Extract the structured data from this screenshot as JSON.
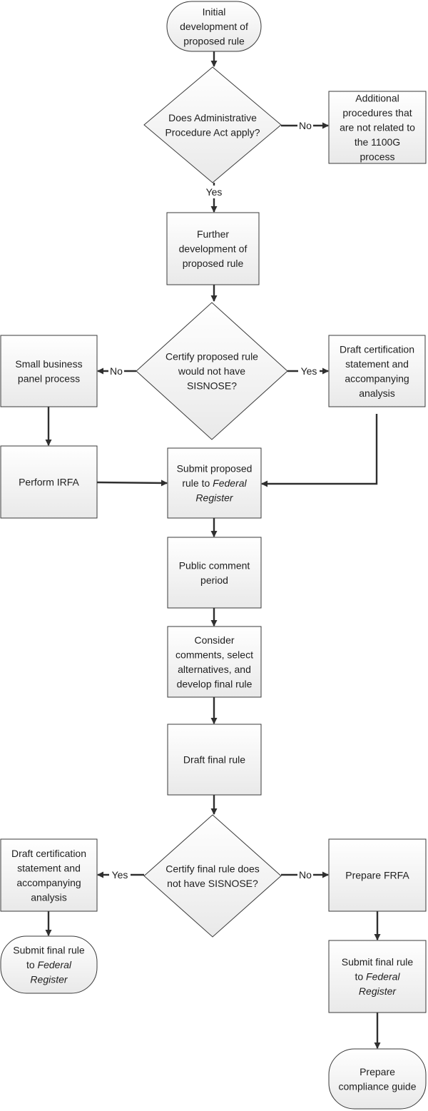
{
  "nodes": {
    "n1": {
      "shape": "terminal",
      "lines": [
        [
          "Initial"
        ],
        [
          "development of"
        ],
        [
          "proposed rule"
        ]
      ]
    },
    "n2": {
      "shape": "decision",
      "lines": [
        [
          "Does Administrative"
        ],
        [
          "Procedure Act apply?"
        ]
      ]
    },
    "n3": {
      "shape": "process",
      "lines": [
        [
          "Additional"
        ],
        [
          "procedures that"
        ],
        [
          "are not related to"
        ],
        [
          "the 1100G"
        ],
        [
          "process"
        ]
      ]
    },
    "n4": {
      "shape": "process",
      "lines": [
        [
          "Further"
        ],
        [
          "development of"
        ],
        [
          "proposed rule"
        ]
      ]
    },
    "n5": {
      "shape": "decision",
      "lines": [
        [
          "Certify proposed rule"
        ],
        [
          "would not have"
        ],
        [
          "SISNOSE?"
        ]
      ]
    },
    "n6": {
      "shape": "process",
      "lines": [
        [
          "Small business"
        ],
        [
          "panel process"
        ]
      ]
    },
    "n7": {
      "shape": "process",
      "lines": [
        [
          "Draft certification"
        ],
        [
          "statement and"
        ],
        [
          "accompanying"
        ],
        [
          "analysis"
        ]
      ]
    },
    "n8": {
      "shape": "process",
      "lines": [
        [
          "Perform IRFA"
        ]
      ]
    },
    "n9": {
      "shape": "process",
      "lines": [
        [
          "Submit proposed"
        ],
        [
          "rule to ",
          "*Federal"
        ],
        [
          "*Register"
        ]
      ]
    },
    "n10": {
      "shape": "process",
      "lines": [
        [
          "Public comment"
        ],
        [
          "period"
        ]
      ]
    },
    "n11": {
      "shape": "process",
      "lines": [
        [
          "Consider"
        ],
        [
          "comments, select"
        ],
        [
          "alternatives, and"
        ],
        [
          "develop final rule"
        ]
      ]
    },
    "n12": {
      "shape": "process",
      "lines": [
        [
          "Draft final rule"
        ]
      ]
    },
    "n13": {
      "shape": "decision",
      "lines": [
        [
          "Certify final rule does"
        ],
        [
          "not have SISNOSE?"
        ]
      ]
    },
    "n14": {
      "shape": "process",
      "lines": [
        [
          "Draft certification"
        ],
        [
          "statement and"
        ],
        [
          "accompanying"
        ],
        [
          "analysis"
        ]
      ]
    },
    "n15": {
      "shape": "process",
      "lines": [
        [
          "Prepare FRFA"
        ]
      ]
    },
    "n16": {
      "shape": "terminal",
      "lines": [
        [
          "Submit final rule"
        ],
        [
          "to ",
          "*Federal"
        ],
        [
          "*Register"
        ]
      ]
    },
    "n17": {
      "shape": "process",
      "lines": [
        [
          "Submit final rule"
        ],
        [
          "to ",
          "*Federal"
        ],
        [
          "*Register"
        ]
      ]
    },
    "n18": {
      "shape": "terminal",
      "lines": [
        [
          "Prepare"
        ],
        [
          "compliance guide"
        ]
      ]
    }
  },
  "edges": [
    {
      "id": "e1",
      "from": "n1",
      "to": "n2",
      "label": ""
    },
    {
      "id": "e2",
      "from": "n2",
      "to": "n3",
      "label": "No"
    },
    {
      "id": "e3",
      "from": "n2",
      "to": "n4",
      "label": "Yes"
    },
    {
      "id": "e4",
      "from": "n4",
      "to": "n5",
      "label": ""
    },
    {
      "id": "e5",
      "from": "n5",
      "to": "n6",
      "label": "No"
    },
    {
      "id": "e6",
      "from": "n5",
      "to": "n7",
      "label": "Yes"
    },
    {
      "id": "e7",
      "from": "n6",
      "to": "n8",
      "label": ""
    },
    {
      "id": "e8",
      "from": "n8",
      "to": "n9",
      "label": ""
    },
    {
      "id": "e9",
      "from": "n7",
      "to": "n9",
      "label": ""
    },
    {
      "id": "e10",
      "from": "n9",
      "to": "n10",
      "label": ""
    },
    {
      "id": "e11",
      "from": "n10",
      "to": "n11",
      "label": ""
    },
    {
      "id": "e12",
      "from": "n11",
      "to": "n12",
      "label": ""
    },
    {
      "id": "e13",
      "from": "n12",
      "to": "n13",
      "label": ""
    },
    {
      "id": "e14",
      "from": "n13",
      "to": "n14",
      "label": "Yes"
    },
    {
      "id": "e15",
      "from": "n13",
      "to": "n15",
      "label": "No"
    },
    {
      "id": "e16",
      "from": "n14",
      "to": "n16",
      "label": ""
    },
    {
      "id": "e17",
      "from": "n15",
      "to": "n17",
      "label": ""
    },
    {
      "id": "e18",
      "from": "n17",
      "to": "n18",
      "label": ""
    }
  ],
  "colors": {
    "fill_top": "#ffffff",
    "fill_bottom": "#e9e9e9",
    "stroke": "#3a3a3a",
    "edge": "#2f2f2f",
    "text": "#1e1e1e"
  }
}
